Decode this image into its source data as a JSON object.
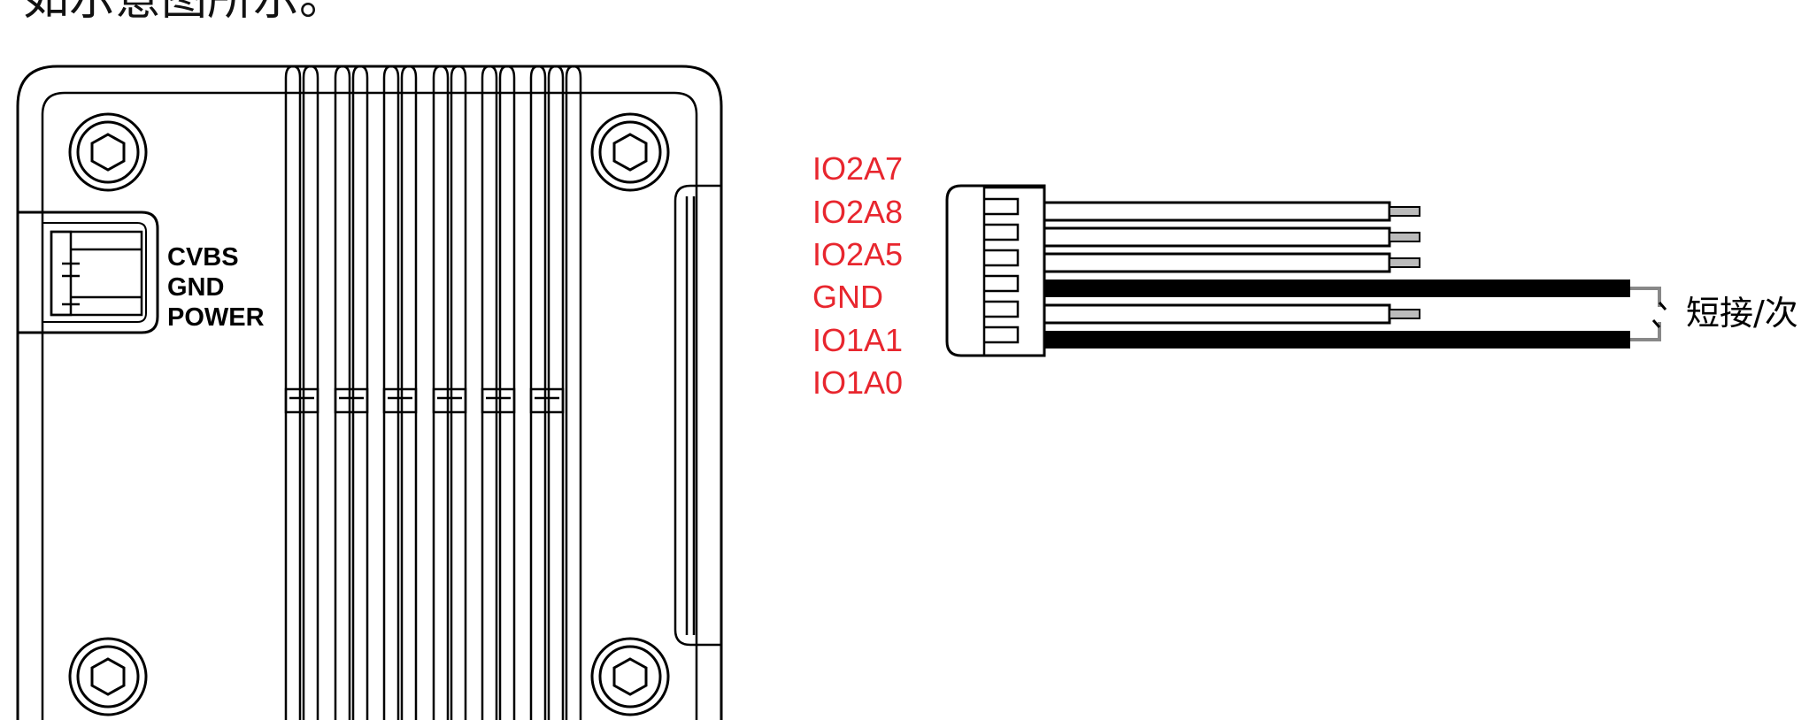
{
  "caption": "如示意图所示。",
  "device": {
    "port_labels": [
      "CVBS",
      "GND",
      "POWER"
    ]
  },
  "connector": {
    "pin_labels": [
      "IO2A7",
      "IO2A8",
      "IO2A5",
      "GND",
      "IO1A1",
      "IO1A0"
    ],
    "shorted_pins": [
      "GND",
      "IO1A0"
    ]
  },
  "note": "短接/次"
}
